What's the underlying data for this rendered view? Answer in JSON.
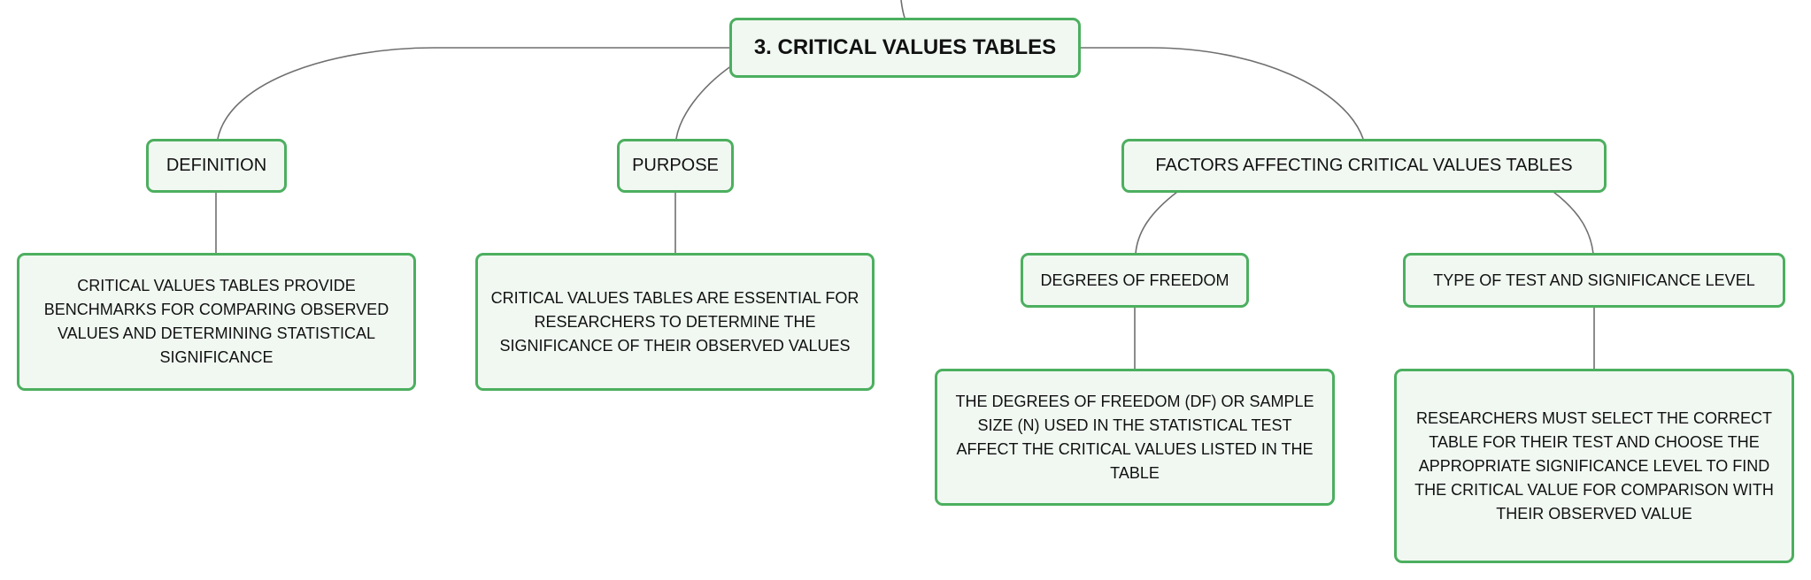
{
  "mindmap": {
    "root": {
      "label": "3. CRITICAL VALUES TABLES"
    },
    "definition": {
      "label": "DEFINITION",
      "detail": "CRITICAL VALUES TABLES PROVIDE BENCHMARKS FOR COMPARING OBSERVED VALUES AND DETERMINING STATISTICAL SIGNIFICANCE"
    },
    "purpose": {
      "label": "PURPOSE",
      "detail": "CRITICAL VALUES TABLES ARE ESSENTIAL FOR RESEARCHERS TO DETERMINE THE SIGNIFICANCE OF THEIR OBSERVED VALUES"
    },
    "factors": {
      "label": "FACTORS AFFECTING CRITICAL VALUES TABLES",
      "degrees_of_freedom": {
        "label": "DEGREES OF FREEDOM",
        "detail": "THE DEGREES OF FREEDOM (DF) OR SAMPLE SIZE (N) USED IN THE STATISTICAL TEST AFFECT THE CRITICAL VALUES LISTED IN THE TABLE"
      },
      "test_type": {
        "label": "TYPE OF TEST AND SIGNIFICANCE LEVEL",
        "detail": "RESEARCHERS MUST SELECT THE CORRECT TABLE FOR THEIR TEST AND CHOOSE THE APPROPRIATE SIGNIFICANCE LEVEL TO FIND THE CRITICAL VALUE FOR COMPARISON WITH THEIR OBSERVED VALUE"
      }
    },
    "colors": {
      "node_border": "#4caf5f",
      "node_fill": "#f1f8f2",
      "connector": "#6f6f6f"
    }
  }
}
